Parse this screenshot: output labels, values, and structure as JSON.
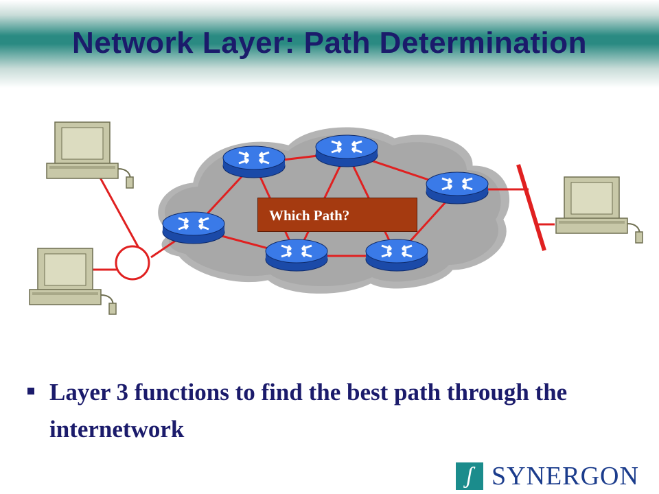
{
  "slide": {
    "title": "Network Layer: Path Determination"
  },
  "diagram": {
    "path_label": "Which Path?",
    "colors": {
      "link": "#e02020",
      "router": "#2a64d8",
      "cloud": "#b4b4b4",
      "label_bg": "#a53a10",
      "pc_body": "#c8c8a8"
    }
  },
  "bullets": [
    {
      "text": "Layer 3 functions to find the best path through the internetwork"
    }
  ],
  "logo": {
    "mark": "ʃ",
    "text": "SYNERGON"
  }
}
